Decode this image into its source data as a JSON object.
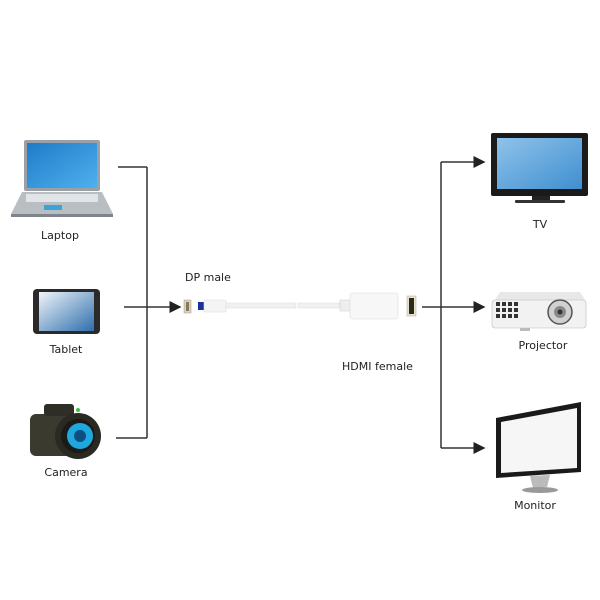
{
  "diagram": {
    "sources": [
      {
        "id": "laptop",
        "label": "Laptop"
      },
      {
        "id": "tablet",
        "label": "Tablet"
      },
      {
        "id": "camera",
        "label": "Camera"
      }
    ],
    "adapter": {
      "input_label": "DP male",
      "output_label": "HDMI female"
    },
    "destinations": [
      {
        "id": "tv",
        "label": "TV"
      },
      {
        "id": "projector",
        "label": "Projector"
      },
      {
        "id": "monitor",
        "label": "Monitor"
      }
    ],
    "colors": {
      "line": "#333333",
      "screen_blue": "#2b8fd6",
      "dp_blue": "#1a2fa0"
    }
  }
}
